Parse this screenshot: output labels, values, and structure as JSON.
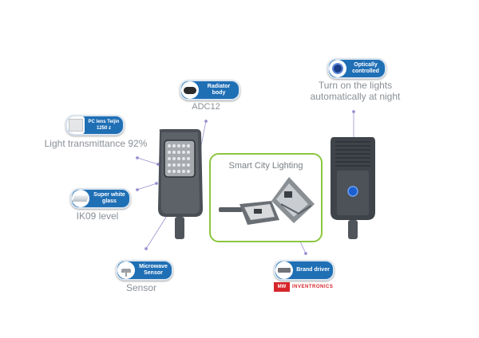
{
  "features": {
    "radiator": {
      "label": "Radiator body",
      "caption": "ADC12",
      "icon": "radiator-swatch-icon"
    },
    "optical": {
      "label": "Optically controlled",
      "caption_line1": "Turn on the lights",
      "caption_line2": "automatically at night",
      "icon": "photocell-icon"
    },
    "pc_lens": {
      "label": "PC lens Teijin 1250 z",
      "caption": "Light transmittance 92%",
      "icon": "lens-icon"
    },
    "glass": {
      "label": "Super white glass",
      "caption": "IK09 level",
      "icon": "glass-icon"
    },
    "sensor": {
      "label": "Microwave Sensor",
      "caption": "Sensor",
      "icon": "microwave-sensor-icon"
    },
    "driver": {
      "label": "Brand driver",
      "icon": "driver-icon",
      "brand_1": "MW",
      "brand_2": "INVENTRONICS"
    }
  },
  "smart_city": {
    "title": "Smart City Lighting"
  },
  "colors": {
    "accent": "#1f6fb5",
    "green": "#8cc63f",
    "caption": "#8a8f95"
  }
}
